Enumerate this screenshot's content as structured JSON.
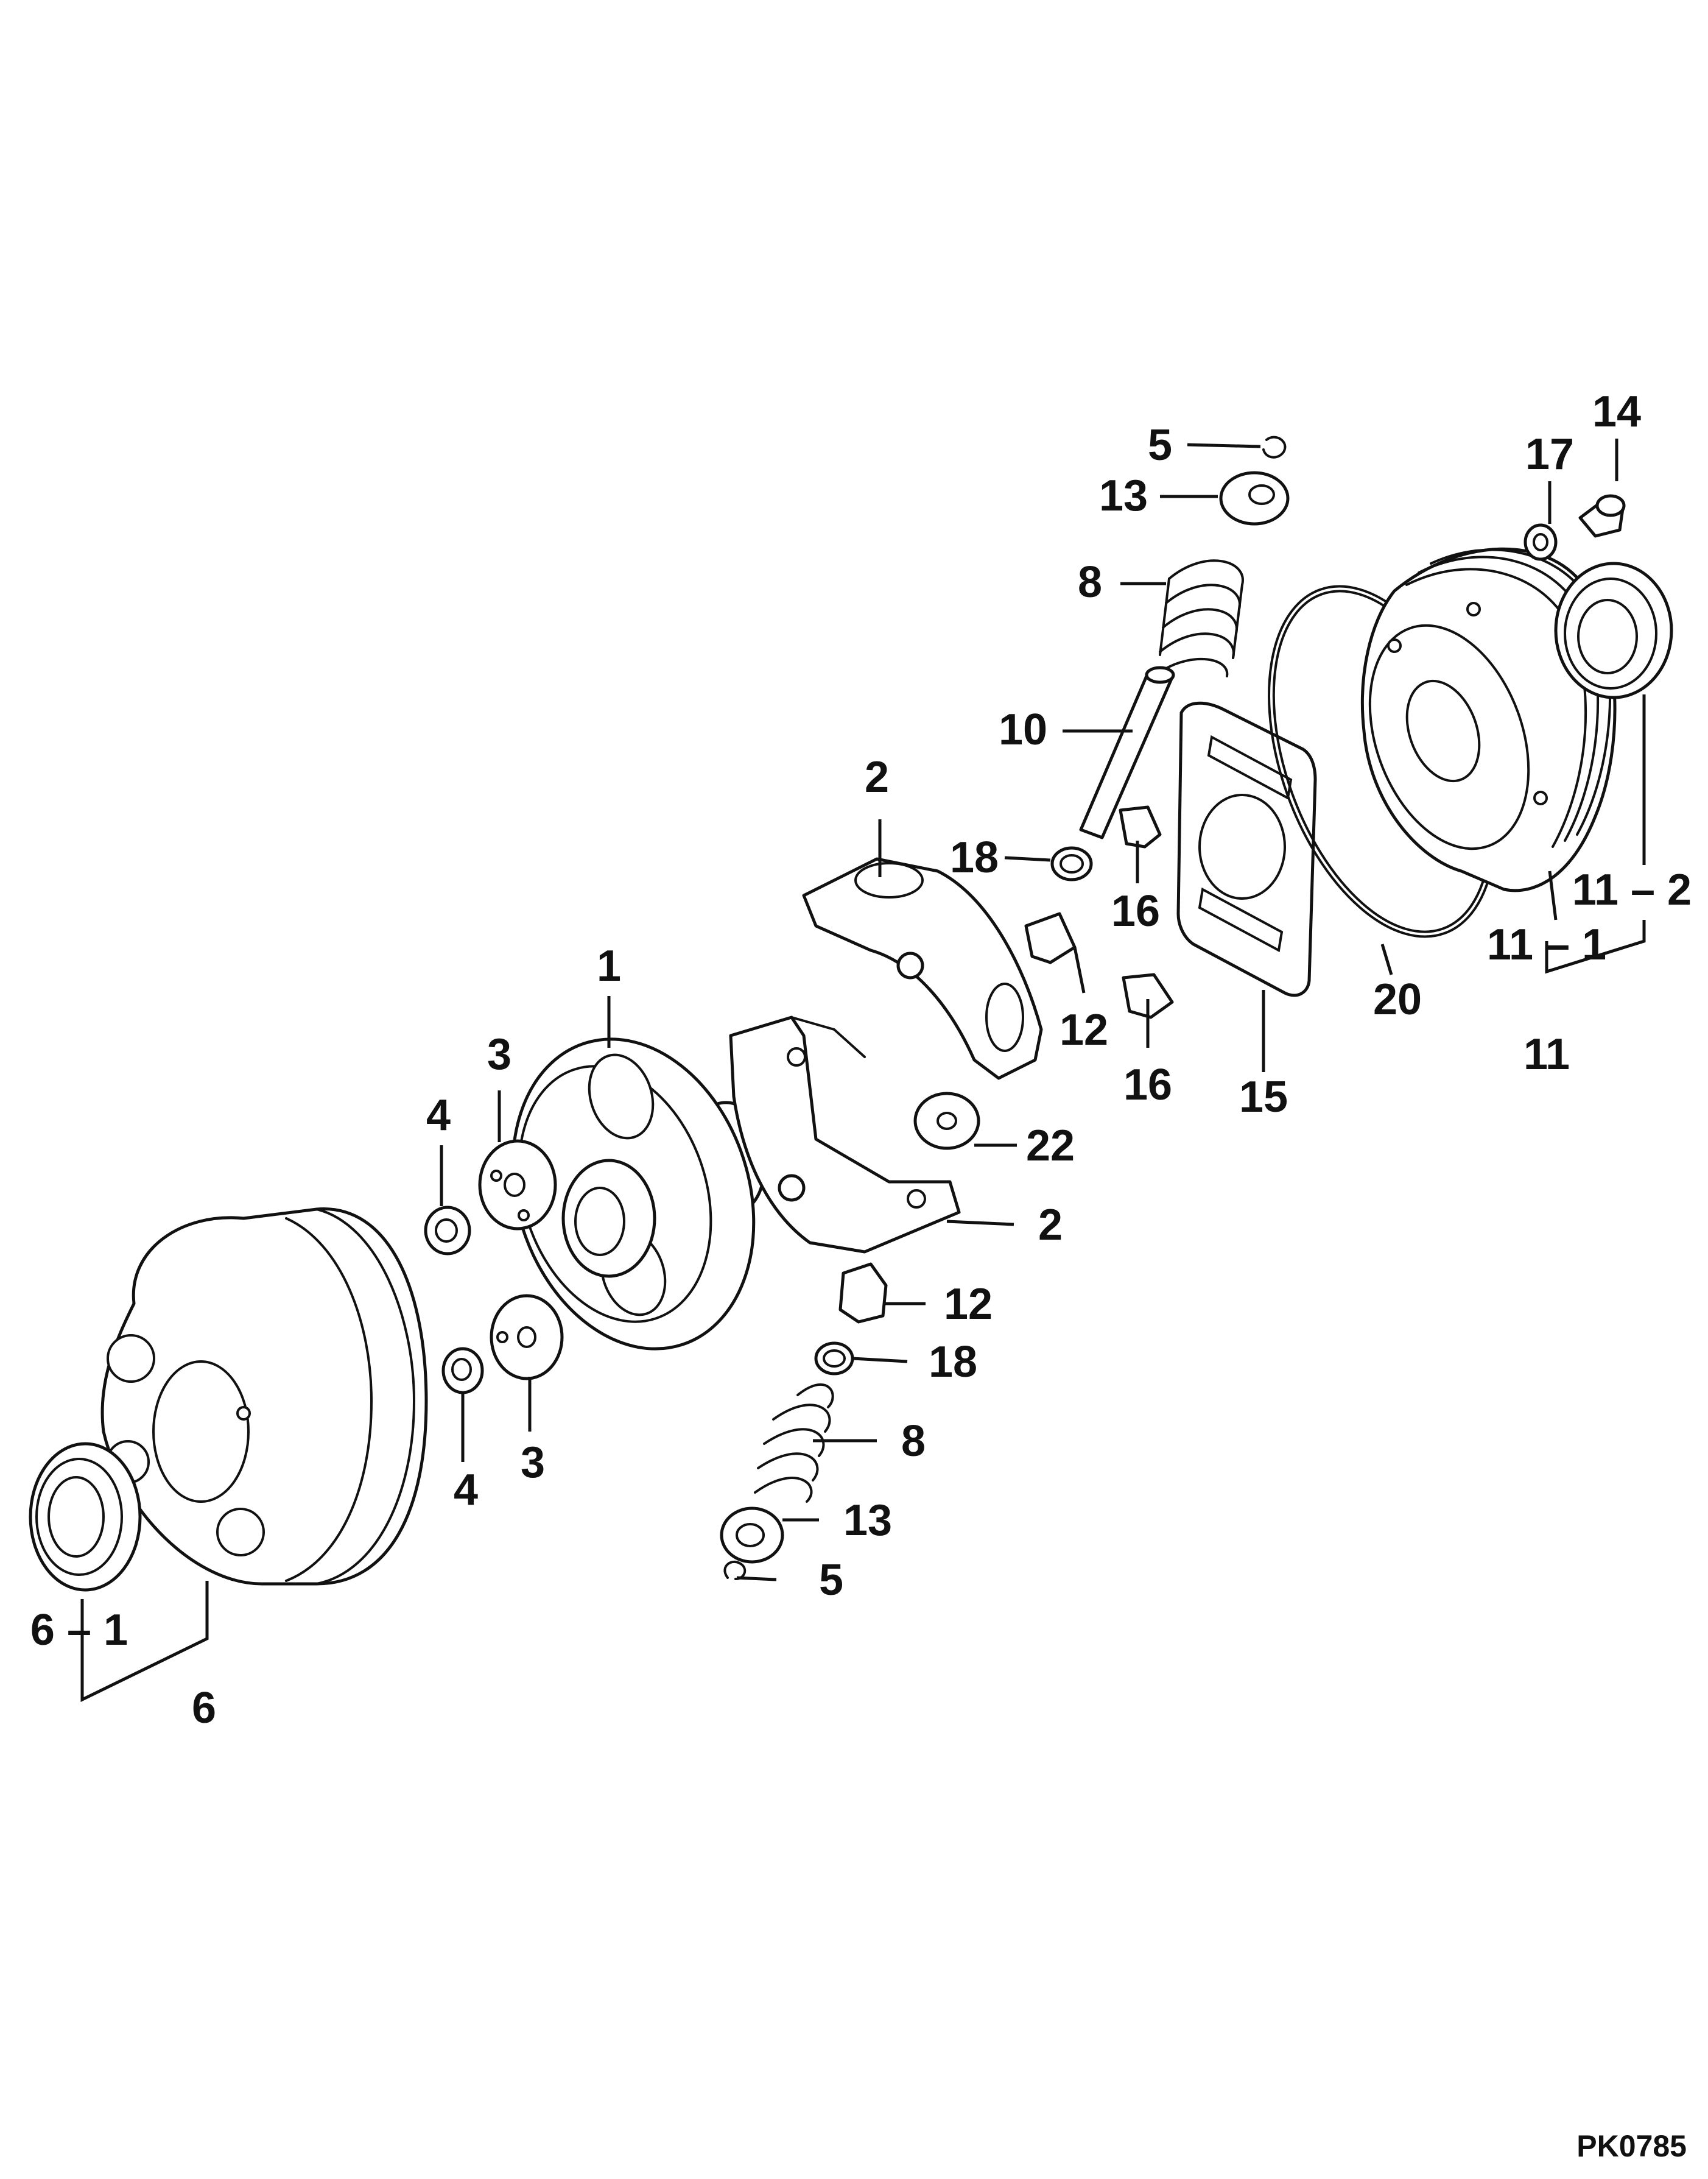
{
  "drawing_code": "PK0785",
  "colors": {
    "ink": "#111111",
    "paper": "#ffffff"
  },
  "callouts": {
    "c1": "1",
    "c2_top": "2",
    "c2_bottom": "2",
    "c3_top": "3",
    "c3_bottom": "3",
    "c4_top": "4",
    "c4_bottom": "4",
    "c5_top": "5",
    "c5_bottom": "5",
    "c6": "6",
    "c6_1": "6 – 1",
    "c8_top": "8",
    "c8_bottom": "8",
    "c10": "10",
    "c11": "11",
    "c11_1": "11 – 1",
    "c11_2": "11 – 2",
    "c12_top": "12",
    "c12_bottom": "12",
    "c13_top": "13",
    "c13_bottom": "13",
    "c14": "14",
    "c15": "15",
    "c16_top": "16",
    "c16_bottom": "16",
    "c17": "17",
    "c18_top": "18",
    "c18_bottom": "18",
    "c20": "20",
    "c22": "22"
  }
}
